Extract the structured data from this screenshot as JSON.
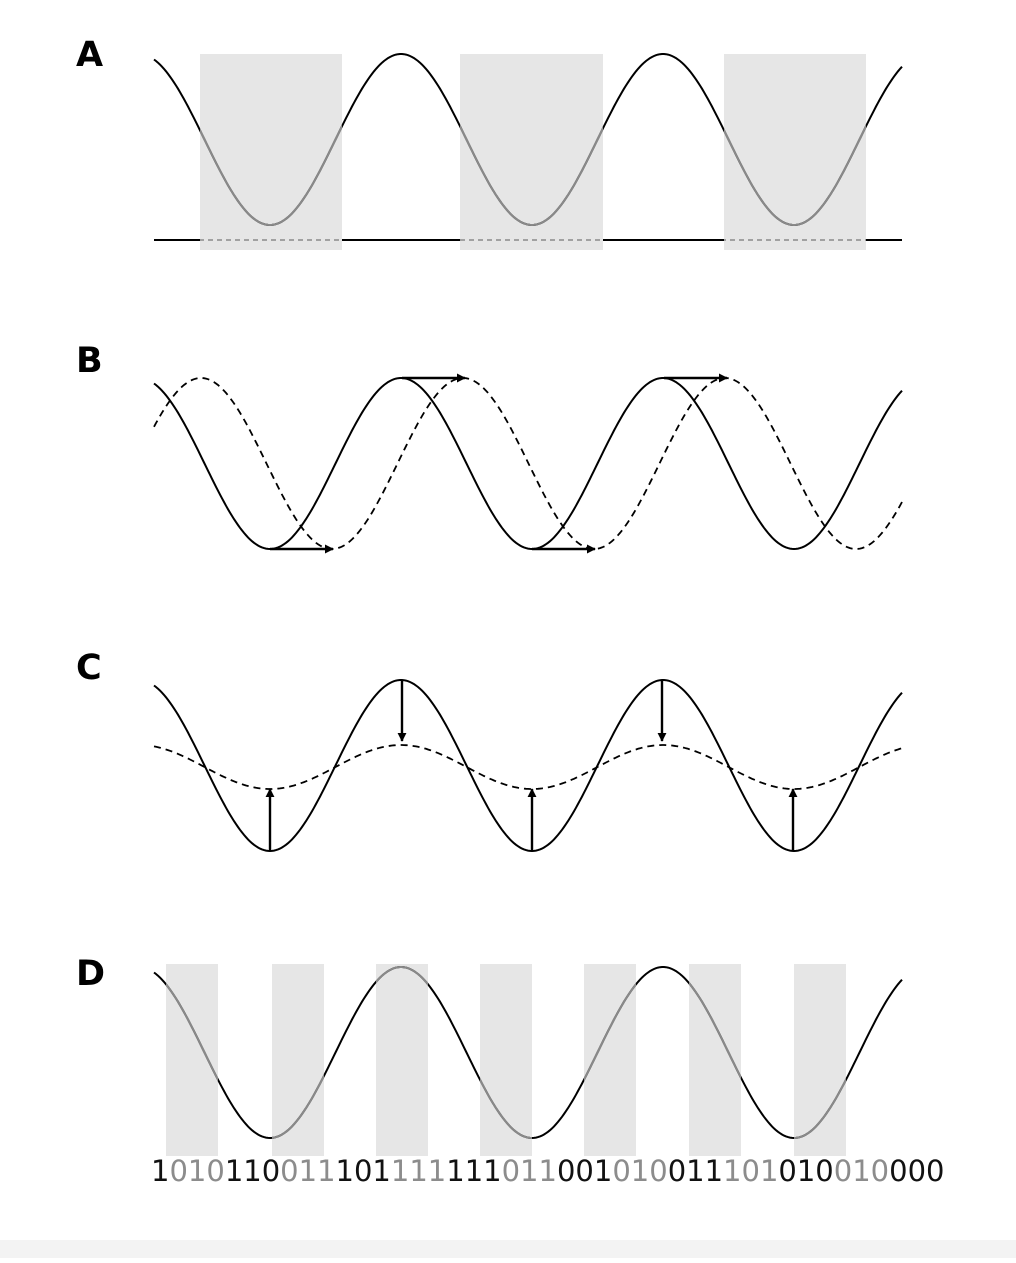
{
  "colors": {
    "background": "#ffffff",
    "wave": "#000000",
    "shade": "#e6e6e6",
    "in_shade_stroke": "#8a8a8a",
    "bits_dark": "#111111",
    "bits_grey": "#8c8c8c"
  },
  "panels": [
    {
      "label": "A"
    },
    {
      "label": "B"
    },
    {
      "label": "C"
    },
    {
      "label": "D"
    }
  ],
  "bit_groups": [
    {
      "text": "1",
      "shaded": false
    },
    {
      "text": "010",
      "shaded": true
    },
    {
      "text": "110",
      "shaded": false
    },
    {
      "text": "011",
      "shaded": true
    },
    {
      "text": "101",
      "shaded": false
    },
    {
      "text": "111",
      "shaded": true
    },
    {
      "text": "111",
      "shaded": false
    },
    {
      "text": "011",
      "shaded": true
    },
    {
      "text": "001",
      "shaded": false
    },
    {
      "text": "010",
      "shaded": true
    },
    {
      "text": "011",
      "shaded": false
    },
    {
      "text": "101",
      "shaded": true
    },
    {
      "text": "010",
      "shaded": false
    },
    {
      "text": "010",
      "shaded": true
    },
    {
      "text": "000",
      "shaded": false
    }
  ]
}
